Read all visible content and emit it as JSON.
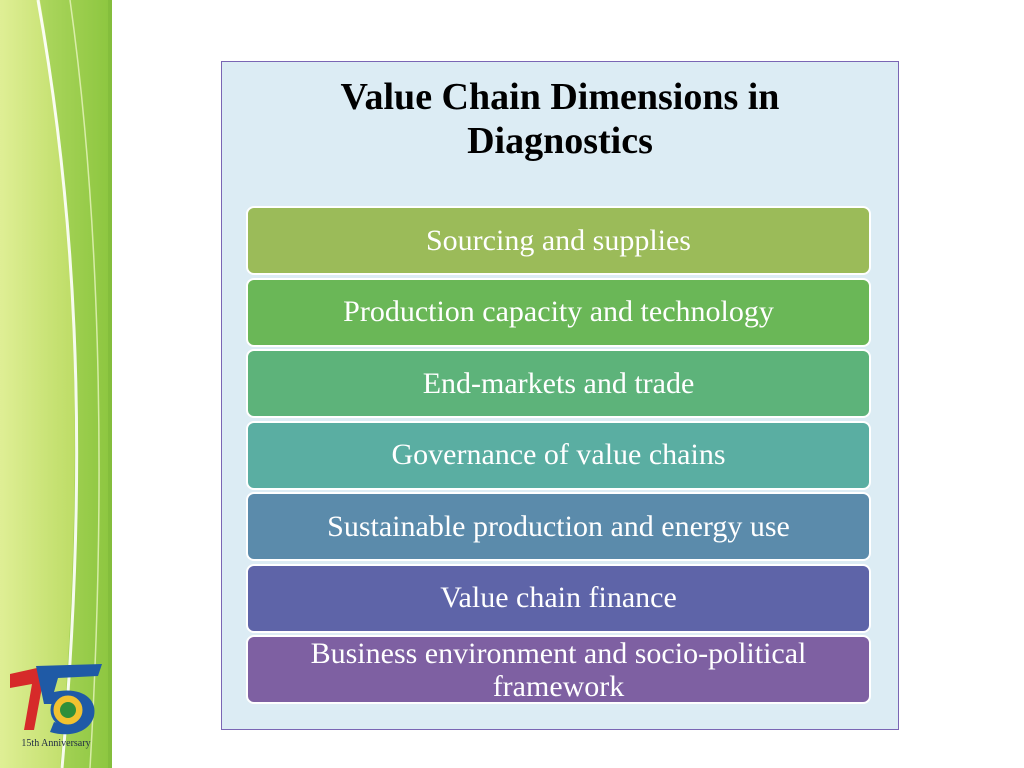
{
  "title": {
    "line1": "Value Chain Dimensions in",
    "line2": "Diagnostics"
  },
  "dimensions": [
    {
      "label": "Sourcing and supplies",
      "color": "#9bbb59"
    },
    {
      "label": "Production capacity and technology",
      "color": "#6ab757"
    },
    {
      "label": "End-markets and trade",
      "color": "#5db37a"
    },
    {
      "label": "Governance of value chains",
      "color": "#5aaea2"
    },
    {
      "label": "Sustainable production and energy use",
      "color": "#5b8bab"
    },
    {
      "label": "Value chain finance",
      "color": "#5e64a8"
    },
    {
      "label": "Business environment and socio-political framework",
      "color": "#7e60a2"
    }
  ],
  "logo": {
    "caption": "15th Anniversary",
    "digits": "15"
  },
  "colors": {
    "panel_bg": "#dcecf4",
    "panel_border": "#7a66b4",
    "band_green": "#92d050"
  }
}
